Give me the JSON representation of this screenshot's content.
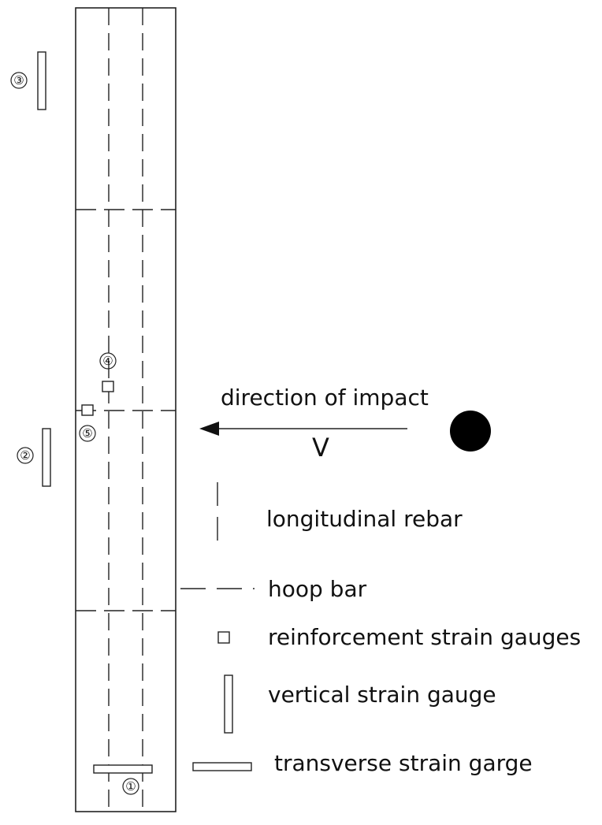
{
  "figure": {
    "title": "",
    "impact": {
      "direction_label": "direction of impact",
      "velocity_label": "V"
    },
    "gauge_markers": [
      {
        "id": "g1",
        "label": "①"
      },
      {
        "id": "g2",
        "label": "②"
      },
      {
        "id": "g3",
        "label": "③"
      },
      {
        "id": "g4",
        "label": "④"
      },
      {
        "id": "g5",
        "label": "⑤"
      }
    ],
    "legend": [
      {
        "symbol": "longitudinal-rebar",
        "label": "longitudinal rebar"
      },
      {
        "symbol": "hoop-bar",
        "label": "hoop bar"
      },
      {
        "symbol": "reinforcement-strain-gauge",
        "label": "reinforcement strain gauges"
      },
      {
        "symbol": "vertical-strain-gauge",
        "label": "vertical strain gauge"
      },
      {
        "symbol": "transverse-strain-gauge",
        "label": "transverse strain garge"
      }
    ]
  }
}
